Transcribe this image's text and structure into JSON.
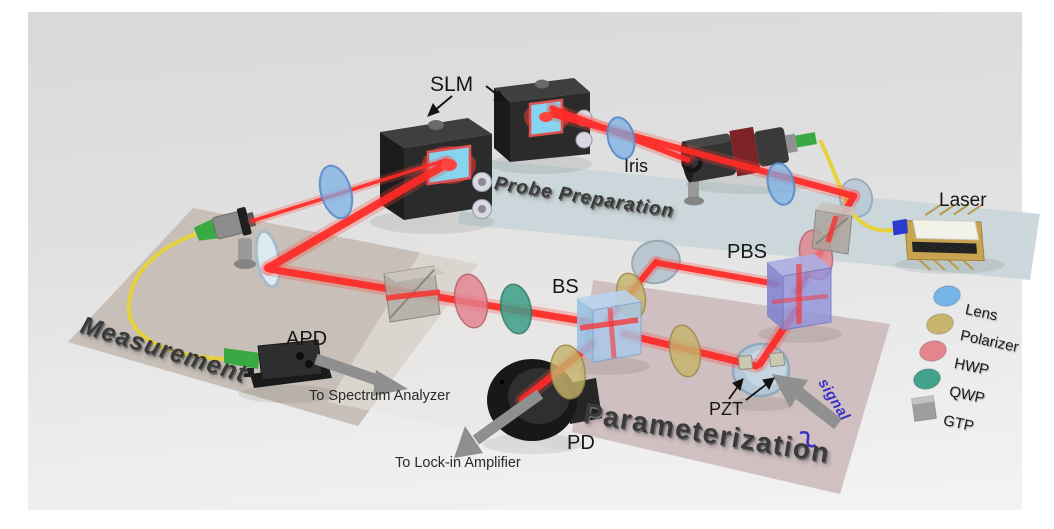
{
  "figure": {
    "device_labels": {
      "slm": "SLM",
      "iris": "Iris",
      "laser": "Laser",
      "pbs": "PBS",
      "bs": "BS",
      "apd": "APD",
      "pd": "PD",
      "pzt": "PZT"
    },
    "annotations": {
      "to_spectrum_analyzer": "To Spectrum Analyzer",
      "to_lockin_amplifier": "To Lock-in Amplifier",
      "signal": "signal"
    },
    "stage_labels": {
      "probe_preparation": "Probe Preparation",
      "measurement": "Measurement",
      "parameterization": "Parameterization"
    },
    "legend": {
      "items": [
        {
          "label": "Lens",
          "color": "#74b4e8",
          "shape": "disc"
        },
        {
          "label": "Polarizer",
          "color": "#c6b46c",
          "shape": "disc"
        },
        {
          "label": "HWP",
          "color": "#e4858e",
          "shape": "disc"
        },
        {
          "label": "QWP",
          "color": "#43a28c",
          "shape": "disc"
        },
        {
          "label": "GTP",
          "color": "#9e9e9e",
          "shape": "cube"
        }
      ]
    },
    "colors": {
      "beam": "#ff2a26",
      "fiber": "#e6d23c",
      "fiber_connector": "#3aa843",
      "bs_cube": "#a6c9ea",
      "pbs_cube": "#9193da",
      "slm_screen": "#86d4ee",
      "signal_text": "#3a31c6"
    }
  }
}
